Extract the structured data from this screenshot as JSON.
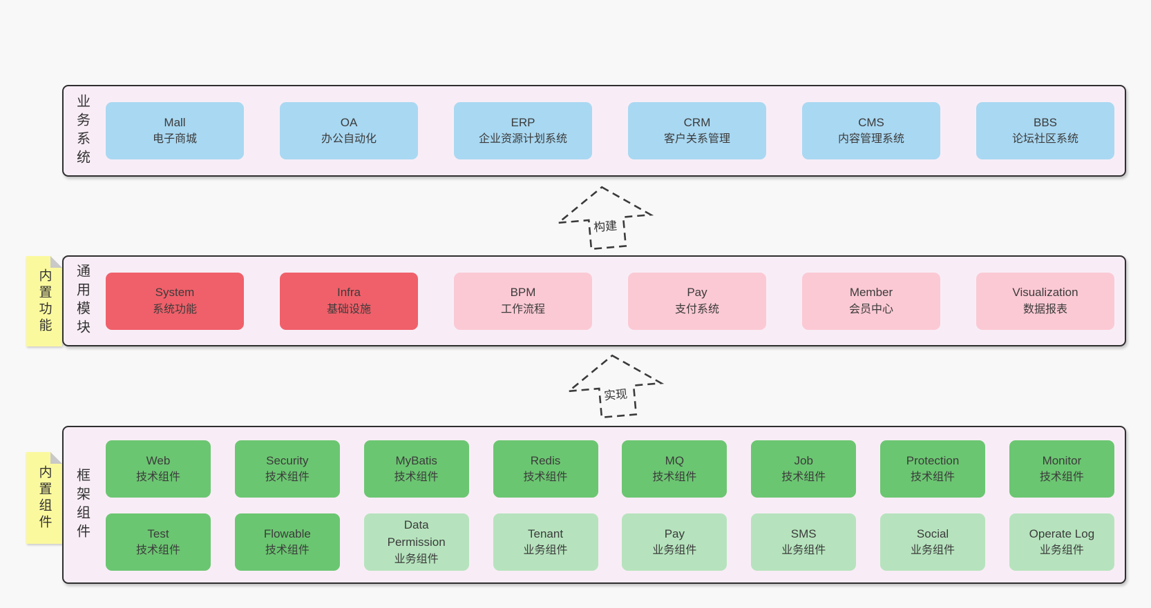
{
  "page": {
    "background": "#f8f8f8",
    "panel_background": "#f8edf6",
    "border_color": "#2e2e2e",
    "text_color": "#3b3b3b"
  },
  "colors": {
    "business_box_blue": "#a9d8f2",
    "module_box_red": "#f0606a",
    "module_box_pink": "#fbc9d4",
    "component_box_green": "#6bc671",
    "component_box_light_green": "#b6e3bd",
    "note_yellow": "#fbf99e",
    "note_fold_gray": "#c9c9c9"
  },
  "arrows": {
    "build": "构建",
    "implement": "实现"
  },
  "layers": {
    "business": {
      "side_label": "业务系统",
      "items": [
        {
          "name": "Mall",
          "desc": "电子商城"
        },
        {
          "name": "OA",
          "desc": "办公自动化"
        },
        {
          "name": "ERP",
          "desc": "企业资源计划系统"
        },
        {
          "name": "CRM",
          "desc": "客户关系管理"
        },
        {
          "name": "CMS",
          "desc": "内容管理系统"
        },
        {
          "name": "BBS",
          "desc": "论坛社区系统"
        }
      ]
    },
    "common": {
      "note": "内置功能",
      "side_label": "通用模块",
      "items": [
        {
          "name": "System",
          "desc": "系统功能"
        },
        {
          "name": "Infra",
          "desc": "基础设施"
        },
        {
          "name": "BPM",
          "desc": "工作流程"
        },
        {
          "name": "Pay",
          "desc": "支付系统"
        },
        {
          "name": "Member",
          "desc": "会员中心"
        },
        {
          "name": "Visualization",
          "desc": "数据报表"
        }
      ]
    },
    "framework": {
      "note": "内置组件",
      "side_label": "框架组件",
      "row1": [
        {
          "name": "Web",
          "desc": "技术组件"
        },
        {
          "name": "Security",
          "desc": "技术组件"
        },
        {
          "name": "MyBatis",
          "desc": "技术组件"
        },
        {
          "name": "Redis",
          "desc": "技术组件"
        },
        {
          "name": "MQ",
          "desc": "技术组件"
        },
        {
          "name": "Job",
          "desc": "技术组件"
        },
        {
          "name": "Protection",
          "desc": "技术组件"
        },
        {
          "name": "Monitor",
          "desc": "技术组件"
        }
      ],
      "row2": [
        {
          "name": "Test",
          "desc": "技术组件"
        },
        {
          "name": "Flowable",
          "desc": "技术组件"
        },
        {
          "name": "Data Permission",
          "desc": "业务组件"
        },
        {
          "name": "Tenant",
          "desc": "业务组件"
        },
        {
          "name": "Pay",
          "desc": "业务组件"
        },
        {
          "name": "SMS",
          "desc": "业务组件"
        },
        {
          "name": "Social",
          "desc": "业务组件"
        },
        {
          "name": "Operate Log",
          "desc": "业务组件"
        }
      ]
    }
  }
}
